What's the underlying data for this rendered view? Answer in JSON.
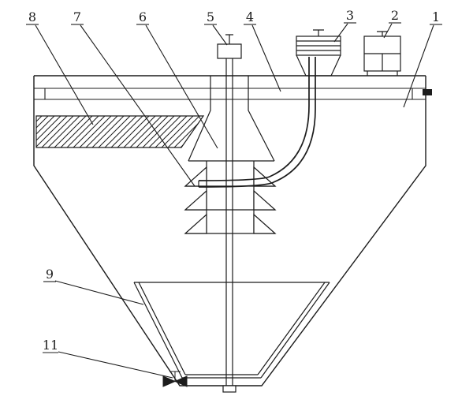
{
  "figure": {
    "background": "#ffffff",
    "ink": "#1c1c1c",
    "callouts": {
      "c1": "1",
      "c2": "2",
      "c3": "3",
      "c4": "4",
      "c5": "5",
      "c6": "6",
      "c7": "7",
      "c8": "8",
      "c9": "9",
      "c11": "11"
    }
  }
}
